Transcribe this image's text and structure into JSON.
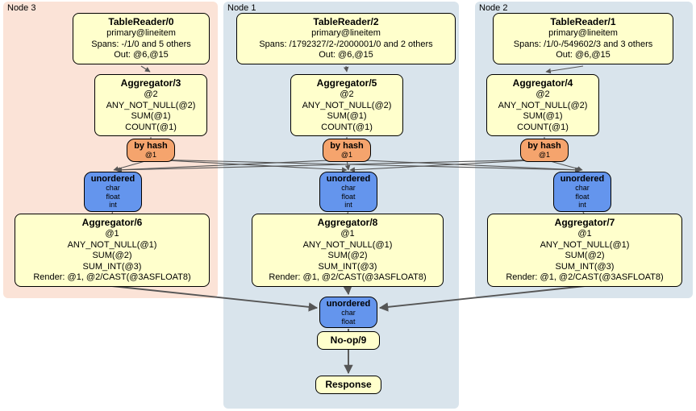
{
  "colors": {
    "node_region_red": "#fbe3d7",
    "node_region_blue": "#d9e4ec",
    "box_yellow": "#ffffcc",
    "router_orange": "#f5a46d",
    "router_blue": "#6495ed",
    "edge": "#555555"
  },
  "nodes": [
    {
      "label": "Node 3",
      "table_reader": {
        "title": "TableReader/0",
        "lines": [
          "primary@lineitem",
          "Spans: -/1/0 and 5 others",
          "Out: @6,@15"
        ]
      },
      "aggregator_top": {
        "title": "Aggregator/3",
        "lines": [
          "@2",
          "ANY_NOT_NULL(@2)",
          "SUM(@1)",
          "COUNT(@1)"
        ]
      },
      "hash_router": {
        "title": "by hash",
        "lines": [
          "@1"
        ]
      },
      "merge_router": {
        "title": "unordered",
        "lines": [
          "char",
          "float",
          "int"
        ]
      },
      "aggregator_bottom": {
        "title": "Aggregator/6",
        "lines": [
          "@1",
          "ANY_NOT_NULL(@1)",
          "SUM(@2)",
          "SUM_INT(@3)",
          "Render: @1, @2/CAST(@3ASFLOAT8)"
        ]
      }
    },
    {
      "label": "Node 1",
      "table_reader": {
        "title": "TableReader/2",
        "lines": [
          "primary@lineitem",
          "Spans: /1792327/2-/2000001/0 and 2 others",
          "Out: @6,@15"
        ]
      },
      "aggregator_top": {
        "title": "Aggregator/5",
        "lines": [
          "@2",
          "ANY_NOT_NULL(@2)",
          "SUM(@1)",
          "COUNT(@1)"
        ]
      },
      "hash_router": {
        "title": "by hash",
        "lines": [
          "@1"
        ]
      },
      "merge_router": {
        "title": "unordered",
        "lines": [
          "char",
          "float",
          "int"
        ]
      },
      "aggregator_bottom": {
        "title": "Aggregator/8",
        "lines": [
          "@1",
          "ANY_NOT_NULL(@1)",
          "SUM(@2)",
          "SUM_INT(@3)",
          "Render: @1, @2/CAST(@3ASFLOAT8)"
        ]
      }
    },
    {
      "label": "Node 2",
      "table_reader": {
        "title": "TableReader/1",
        "lines": [
          "primary@lineitem",
          "Spans: /1/0-/549602/3 and 3 others",
          "Out: @6,@15"
        ]
      },
      "aggregator_top": {
        "title": "Aggregator/4",
        "lines": [
          "@2",
          "ANY_NOT_NULL(@2)",
          "SUM(@1)",
          "COUNT(@1)"
        ]
      },
      "hash_router": {
        "title": "by hash",
        "lines": [
          "@1"
        ]
      },
      "merge_router": {
        "title": "unordered",
        "lines": [
          "char",
          "float",
          "int"
        ]
      },
      "aggregator_bottom": {
        "title": "Aggregator/7",
        "lines": [
          "@1",
          "ANY_NOT_NULL(@1)",
          "SUM(@2)",
          "SUM_INT(@3)",
          "Render: @1, @2/CAST(@3ASFLOAT8)"
        ]
      }
    }
  ],
  "output": {
    "final_router": {
      "title": "unordered",
      "lines": [
        "char",
        "float"
      ]
    },
    "noop": {
      "title": "No-op/9"
    },
    "response": {
      "title": "Response"
    }
  }
}
